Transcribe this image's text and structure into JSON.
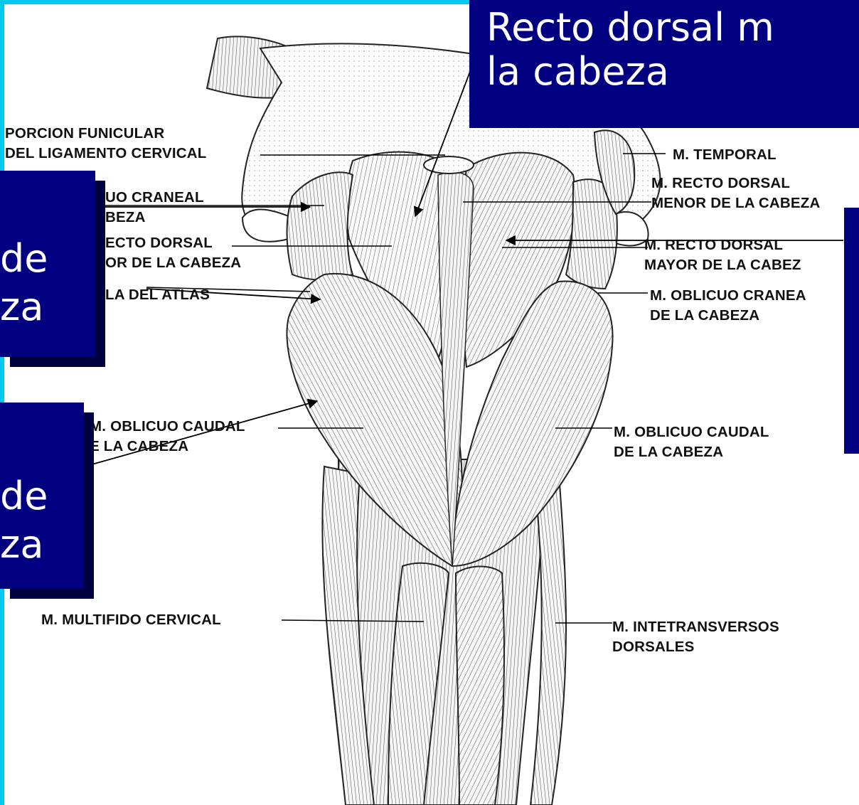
{
  "colors": {
    "frame": "#00c8f0",
    "callout": "#000080",
    "callout_shadow": "#000040",
    "ink": "#111111"
  },
  "labels": {
    "porcion": [
      "PORCION FUNICULAR",
      "DEL LIGAMENTO CERVICAL"
    ],
    "oblicuo_craneal_left": [
      "UO CRANEAL",
      "BEZA"
    ],
    "recto_dorsal_left": [
      "ECTO DORSAL",
      "OR DE LA CABEZA"
    ],
    "ala_atlas": "LA DEL ATLAS",
    "oblicuo_caudal_left": [
      "M. OBLICUO CAUDAL",
      "E LA CABEZA"
    ],
    "multifido": "M. MULTIFIDO CERVICAL",
    "temporal": "M. TEMPORAL",
    "recto_menor_right": [
      "M. RECTO DORSAL",
      "MENOR DE LA CABEZA"
    ],
    "recto_mayor_right": [
      "M. RECTO DORSAL",
      "MAYOR DE LA CABEZ"
    ],
    "oblicuo_craneal_right": [
      "M. OBLICUO CRANEA",
      "DE LA CABEZA"
    ],
    "oblicuo_caudal_right": [
      "M. OBLICUO CAUDAL",
      "DE LA CABEZA"
    ],
    "intertransversos": [
      "M. INTETRANSVERSOS",
      "DORSALES"
    ]
  },
  "callouts": {
    "top": [
      "Recto dorsal m",
      "la cabeza"
    ],
    "left_upper": [
      "de",
      "za"
    ],
    "left_lower": [
      "de",
      "za"
    ],
    "right": []
  }
}
